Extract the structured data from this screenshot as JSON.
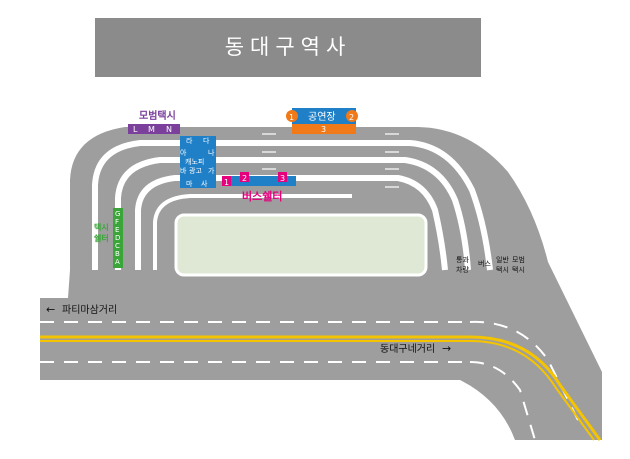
{
  "title": "동대구역사",
  "taxi_area": {
    "label": "모범택시",
    "stops": [
      "L",
      "M",
      "N"
    ]
  },
  "performance_hall": {
    "label": "공연장",
    "badge_left": "1",
    "badge_right": "2",
    "stop": "3"
  },
  "bus_shelter": {
    "label": "버스쉘터",
    "stops": [
      "1",
      "2",
      "3"
    ]
  },
  "canopy": {
    "label_line1": "캐노피",
    "label_line2": "광고",
    "stops": [
      "라",
      "다",
      "아",
      "나",
      "바",
      "가",
      "마",
      "사"
    ]
  },
  "taxi_shelter": {
    "label_line1": "택시",
    "label_line2": "쉘터",
    "stops": [
      "G",
      "F",
      "E",
      "D",
      "C",
      "B",
      "A"
    ]
  },
  "lane_labels": [
    "통과\n차량",
    "버스",
    "일반\n택시",
    "모범\n택시"
  ],
  "road_left": {
    "label": "파티마삼거리"
  },
  "road_right": {
    "label": "동대구네거리"
  },
  "colors": {
    "road": "#9e9e9e",
    "median": "#dfe8d4",
    "center_line": "#f5c400",
    "banner": "#8b8b8b",
    "bus_blue": "#1f7fc7",
    "shelter_pink": "#e6007e",
    "perf_orange": "#f07a1a",
    "taxi_purple": "#7b3f9c",
    "taxi_green": "#3aa63a"
  }
}
